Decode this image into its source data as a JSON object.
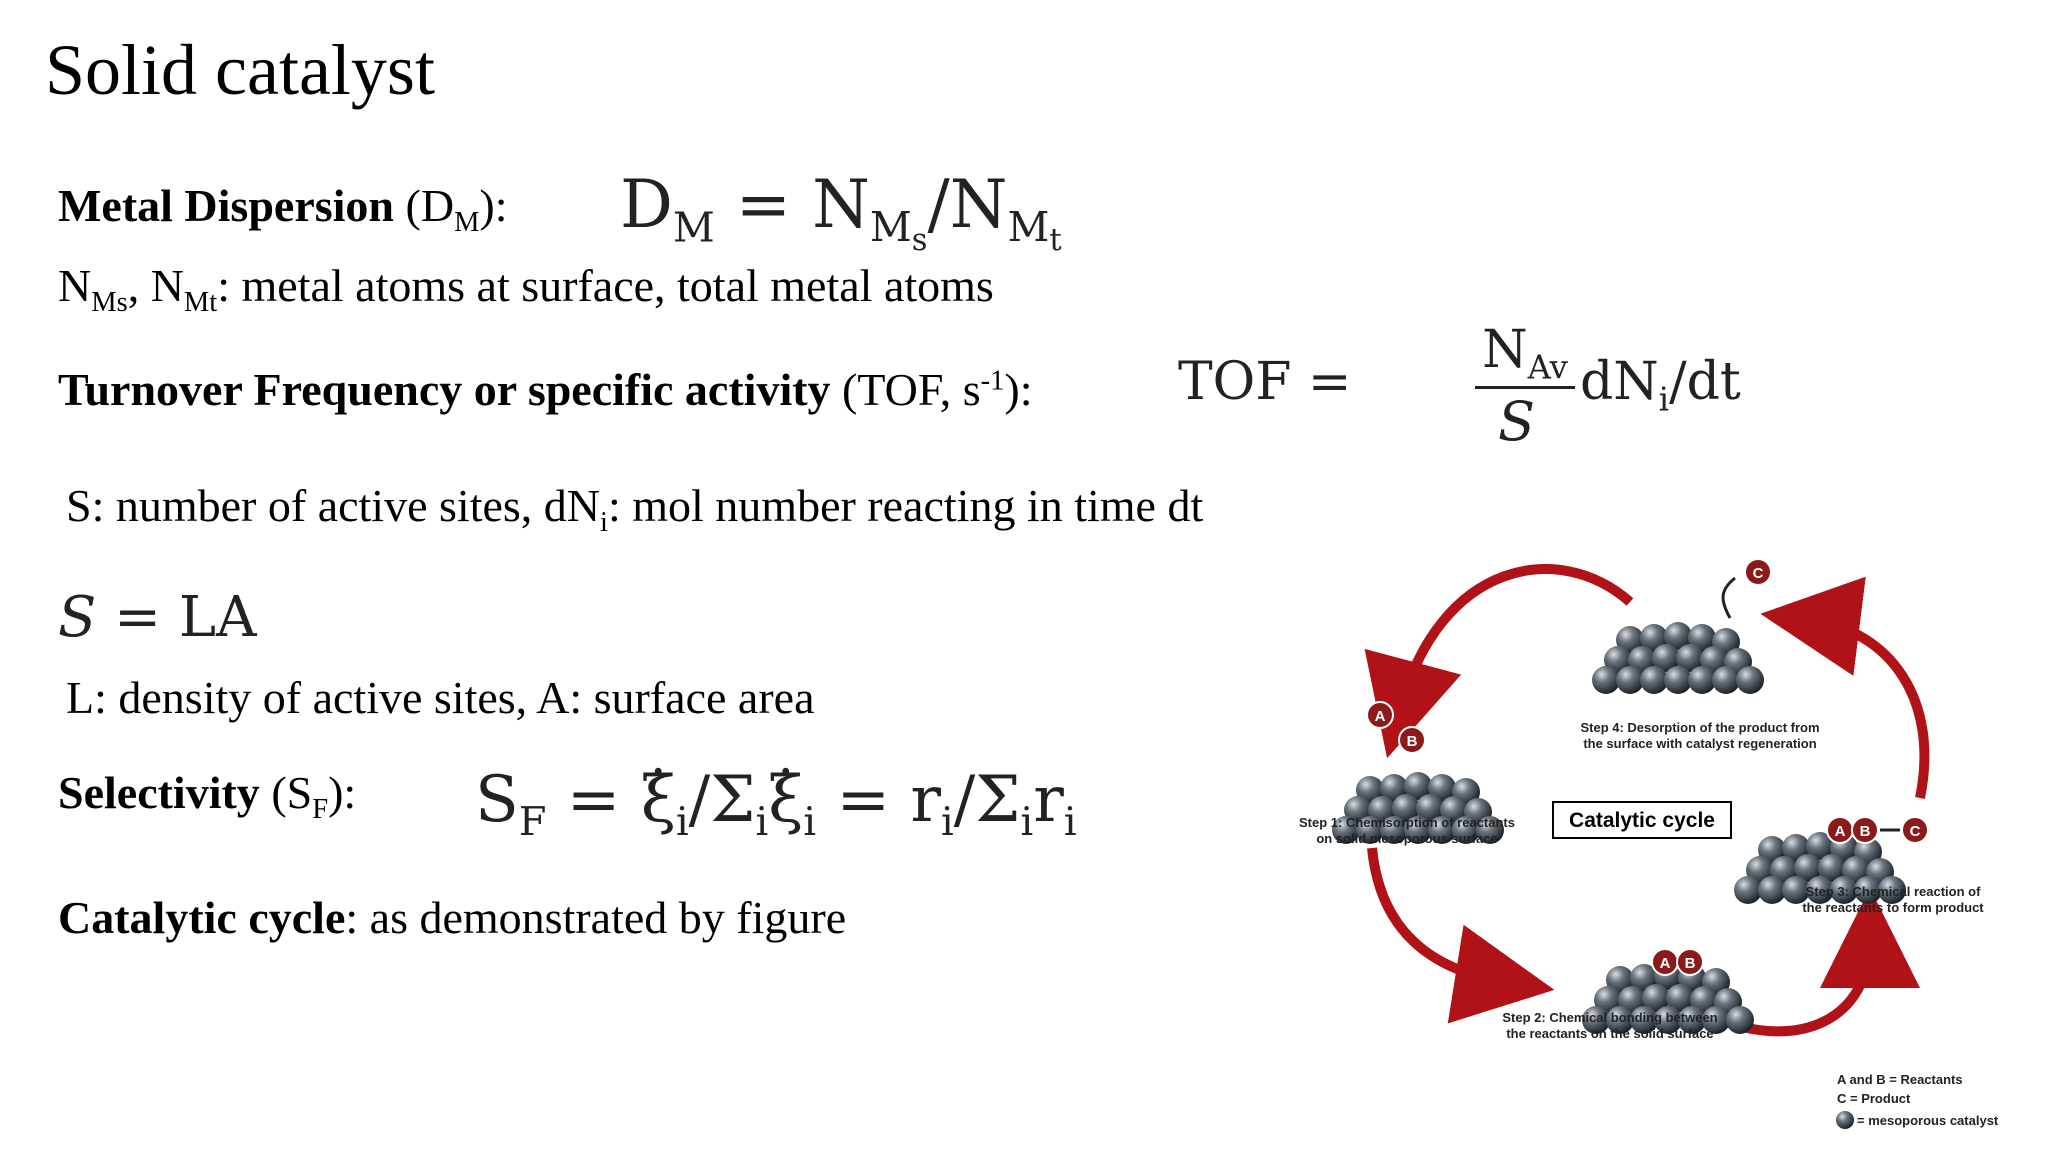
{
  "title": "Solid catalyst",
  "metal_dispersion": {
    "label": "Metal Dispersion",
    "paren_open": " (D",
    "paren_sub": "M",
    "paren_close": "):",
    "eq_lhs": "D",
    "eq_lhs_sub": "M",
    "eq_rhs": " = N",
    "eq_rhs_sub1": "M",
    "eq_rhs_sub1b": "s",
    "eq_div": "/N",
    "eq_rhs_sub2": "M",
    "eq_rhs_sub2b": "t"
  },
  "nms_line": {
    "a": "N",
    "a_sub": "Ms",
    "b": ", N",
    "b_sub": "Mt",
    "rest": ": metal atoms at surface, total metal atoms"
  },
  "tof": {
    "label": "Turnover Frequency or specific activity",
    "paren": " (TOF, s",
    "paren_sup": "-1",
    "paren_close": "):",
    "eq_lhs": "TOF =",
    "frac_num": "N",
    "frac_num_sub": "Av",
    "frac_den": "S",
    "tail": "dN",
    "tail_sub": "i",
    "tail_end": "/dt"
  },
  "s_line": {
    "a": "S: number of active sites, dN",
    "a_sub": "i",
    "rest": ": mol number reacting in time dt"
  },
  "s_eq": {
    "lhs": "S",
    "rhs": " = LA"
  },
  "l_line": "L: density of active sites, A: surface area",
  "selectivity": {
    "label": "Selectivity",
    "paren": " (S",
    "paren_sub": "F",
    "paren_close": "):",
    "eq_s": "S",
    "eq_s_sub": "F",
    "eq_eq": " = ",
    "xi": "ξ",
    "i": "i",
    "slash_sigma": "/Σ",
    "r": " = r",
    "r2": "/Σ",
    "r3": "r"
  },
  "cycle_line": {
    "label": "Catalytic cycle",
    "rest": ": as demonstrated by figure"
  },
  "figure": {
    "center_label": "Catalytic cycle",
    "step1": [
      "Step 1: Chemisorption of reactants",
      "on solid mesoporous surface"
    ],
    "step2": [
      "Step 2: Chemical bonding between",
      "the reactants on the solid surface"
    ],
    "step3": [
      "Step 3: Chemical reaction of",
      "the reactants to form product"
    ],
    "step4": [
      "Step 4: Desorption of the product from",
      "the surface with catalyst regeneration"
    ],
    "letters": {
      "a": "A",
      "b": "B",
      "c": "C"
    },
    "legend": [
      "A and B = Reactants",
      "C = Product",
      "= mesoporous catalyst"
    ],
    "colors": {
      "arrow": "#b01218",
      "sphere": "#4a5159",
      "reactant": "#8b1a1a"
    }
  }
}
